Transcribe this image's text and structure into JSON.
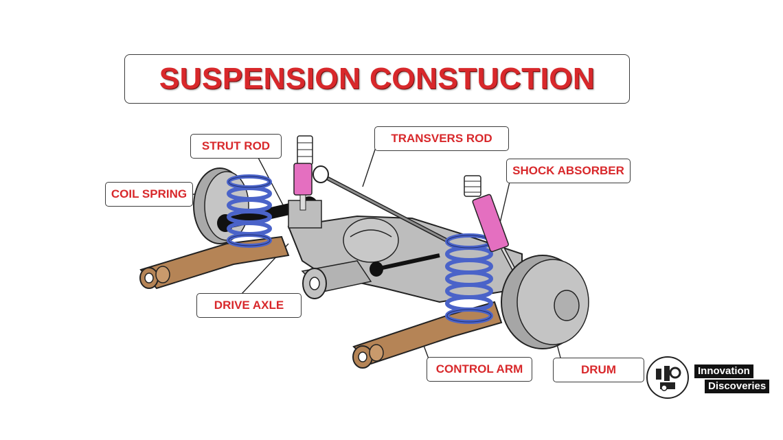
{
  "title": "SUSPENSION CONSTUCTION",
  "labels": {
    "strut_rod": "STRUT ROD",
    "transvers_rod": "TRANSVERS ROD",
    "shock_absorber": "SHOCK ABSORBER",
    "coil_spring": "COIL SPRING",
    "drive_axle": "DRIVE AXLE",
    "control_arm": "CONTROL ARM",
    "drum": "DRUM"
  },
  "brand": {
    "line1": "Innovation",
    "line2": "Discoveries"
  },
  "colors": {
    "label_text": "#d8282b",
    "spring": "#4a63c9",
    "shock": "#e46fc0",
    "arm": "#b58456",
    "body": "#b9b9b9"
  }
}
